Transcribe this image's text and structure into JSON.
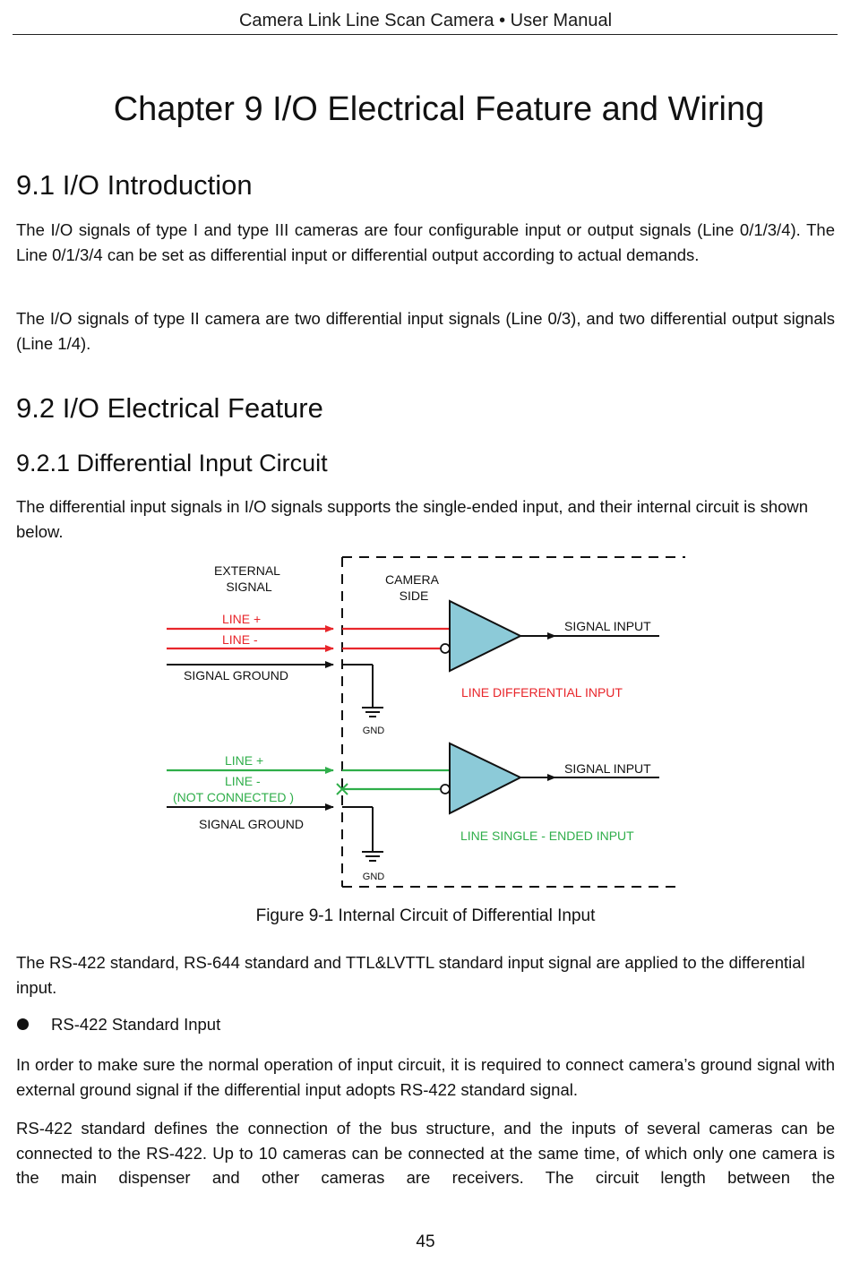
{
  "header": {
    "title": "Camera Link Line Scan Camera • User Manual"
  },
  "chapter": {
    "title": "Chapter 9 I/O Electrical Feature and Wiring"
  },
  "section_9_1": {
    "heading": "9.1 I/O Introduction",
    "paragraphs": [
      "The I/O signals of type I and type III cameras are four configurable input or output signals (Line 0/1/3/4). The Line 0/1/3/4 can be set as differential input or differential output according to actual demands.",
      "The I/O signals of type II camera are two differential input signals (Line 0/3), and two differential output signals (Line 1/4)."
    ]
  },
  "section_9_2": {
    "heading": "9.2 I/O Electrical Feature",
    "subsection": {
      "heading": "9.2.1 Differential Input Circuit",
      "intro": "The differential input signals in I/O signals supports the single-ended input, and their internal circuit is shown below."
    }
  },
  "diagram": {
    "external_signal": [
      "EXTERNAL",
      "SIGNAL"
    ],
    "camera_side": [
      "CAMERA",
      "SIDE"
    ],
    "top": {
      "line_plus": "LINE  +",
      "line_minus": "LINE  -",
      "signal_ground": "SIGNAL GROUND",
      "gnd": "GND",
      "signal_input": "SIGNAL INPUT",
      "mode_label": "LINE DIFFERENTIAL INPUT"
    },
    "bottom": {
      "line_plus": "LINE  +",
      "line_minus": "LINE  -",
      "not_connected": "(NOT CONNECTED     )",
      "signal_ground": "SIGNAL GROUND",
      "gnd": "GND",
      "signal_input": "SIGNAL INPUT",
      "mode_label": "LINE SINGLE     - ENDED INPUT"
    },
    "colors": {
      "differential": "#e8262b",
      "single_ended": "#2fae4a",
      "buffer_fill": "#8ccad8",
      "wire": "#111111"
    }
  },
  "figure_caption": "Figure 9-1  Internal Circuit of Differential Input",
  "standards_text": "The RS-422 standard, RS-644 standard and TTL&LVTTL standard input signal are applied to the differential input.",
  "bullet": {
    "label": "RS-422 Standard Input"
  },
  "rs422_paragraphs": [
    "In order to make sure the normal operation of input circuit, it is required to connect camera’s ground signal with external ground signal if the differential input adopts RS-422 standard signal.",
    "RS-422 standard defines the connection of the bus structure, and the inputs of several cameras can be connected to the RS-422. Up to 10 cameras can be connected at the same time, of which only one camera is the main dispenser and other cameras are receivers. The circuit length between the"
  ],
  "page_number": "45"
}
